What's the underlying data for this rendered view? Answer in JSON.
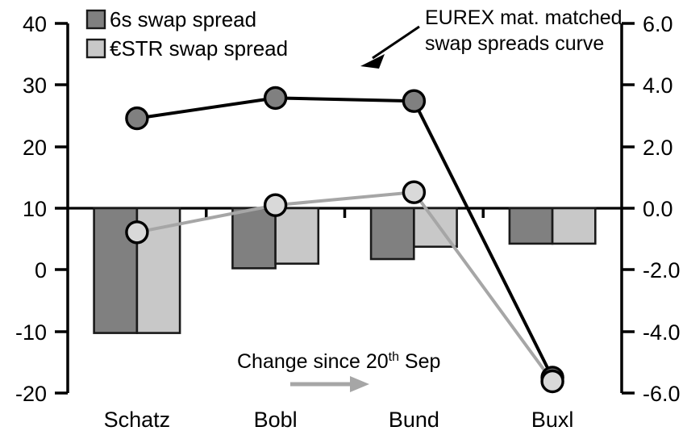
{
  "chart_data": {
    "type": "bar",
    "title": "",
    "subtitle": "",
    "xlabel": "",
    "ylabel": "",
    "categories": [
      "Schatz",
      "Bobl",
      "Bund",
      "Buxl"
    ],
    "left_axis": {
      "ylim": [
        -20,
        40
      ],
      "ticks": [
        40,
        30,
        20,
        10,
        0,
        -10,
        -20
      ],
      "tick_labels": [
        "40",
        "30",
        "20",
        "10",
        "0",
        "-10",
        "-20"
      ],
      "baseline_value": 10
    },
    "right_axis": {
      "ylim": [
        -6.0,
        6.0
      ],
      "ticks": [
        6.0,
        4.0,
        2.0,
        0.0,
        -2.0,
        -4.0,
        -6.0
      ],
      "tick_labels": [
        "6.0",
        "4.0",
        "2.0",
        "0.0",
        "-2.0",
        "-4.0",
        "-6.0"
      ],
      "baseline_value": 0.0
    },
    "grid": false,
    "legend_position": "top-left",
    "series": [
      {
        "name": "6s swap spread",
        "type": "bar",
        "axis": "right",
        "color": "#808080",
        "values": [
          -4.05,
          -1.95,
          -1.65,
          -1.15
        ]
      },
      {
        "name": "€STR swap spread",
        "type": "bar",
        "axis": "right",
        "color": "#c8c8c8",
        "values": [
          -4.05,
          -1.8,
          -1.25,
          -1.15
        ]
      },
      {
        "name": "EUREX mat. matched swap spreads curve",
        "type": "line",
        "axis": "left",
        "color": "#000000",
        "marker_fill": "#808080",
        "values": [
          24.6,
          27.9,
          27.4,
          -17.5
        ]
      },
      {
        "name": "Change since 20th Sep",
        "type": "line",
        "axis": "left",
        "color": "#a6a6a6",
        "marker_fill": "#d9d9d9",
        "values": [
          6.1,
          10.5,
          12.6,
          -18.1
        ]
      }
    ]
  },
  "legend": {
    "items": [
      {
        "label": "6s swap spread",
        "swatch": "#808080"
      },
      {
        "label": "€STR swap spread",
        "swatch": "#c8c8c8"
      }
    ]
  },
  "annotations": {
    "curve_callout": {
      "line1": "EUREX mat. matched",
      "line2": "swap spreads curve"
    },
    "change_note": {
      "prefix": "Change since 20",
      "superscript": "th",
      "suffix": " Sep"
    }
  }
}
